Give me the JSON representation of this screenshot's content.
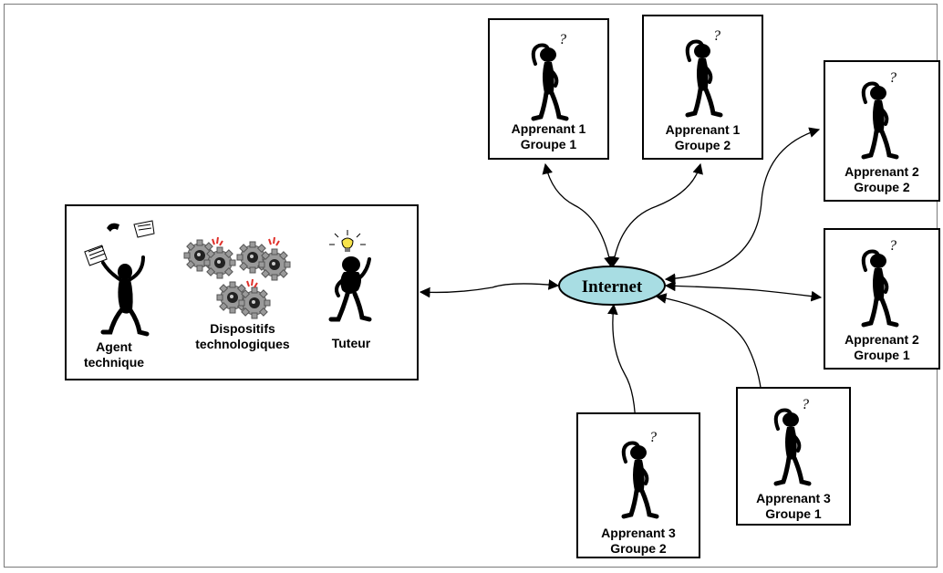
{
  "hub": {
    "label": "Internet",
    "fill": "#a8dde3"
  },
  "left_panel": {
    "agent": {
      "line1": "Agent",
      "line2": "technique"
    },
    "devices": {
      "line1": "Dispositifs",
      "line2": "technologiques"
    },
    "tutor": {
      "line1": "Tuteur"
    }
  },
  "learners": [
    {
      "line1": "Apprenant 1",
      "line2": "Groupe 1"
    },
    {
      "line1": "Apprenant 1",
      "line2": "Groupe 2"
    },
    {
      "line1": "Apprenant 2",
      "line2": "Groupe 2"
    },
    {
      "line1": "Apprenant 2",
      "line2": "Groupe 1"
    },
    {
      "line1": "Apprenant 3",
      "line2": "Groupe 1"
    },
    {
      "line1": "Apprenant 3",
      "line2": "Groupe 2"
    }
  ],
  "colors": {
    "gear": "#9a9a9a",
    "figure": "#000000",
    "bulb": "#f7e34a",
    "spark": "#e0302a"
  }
}
